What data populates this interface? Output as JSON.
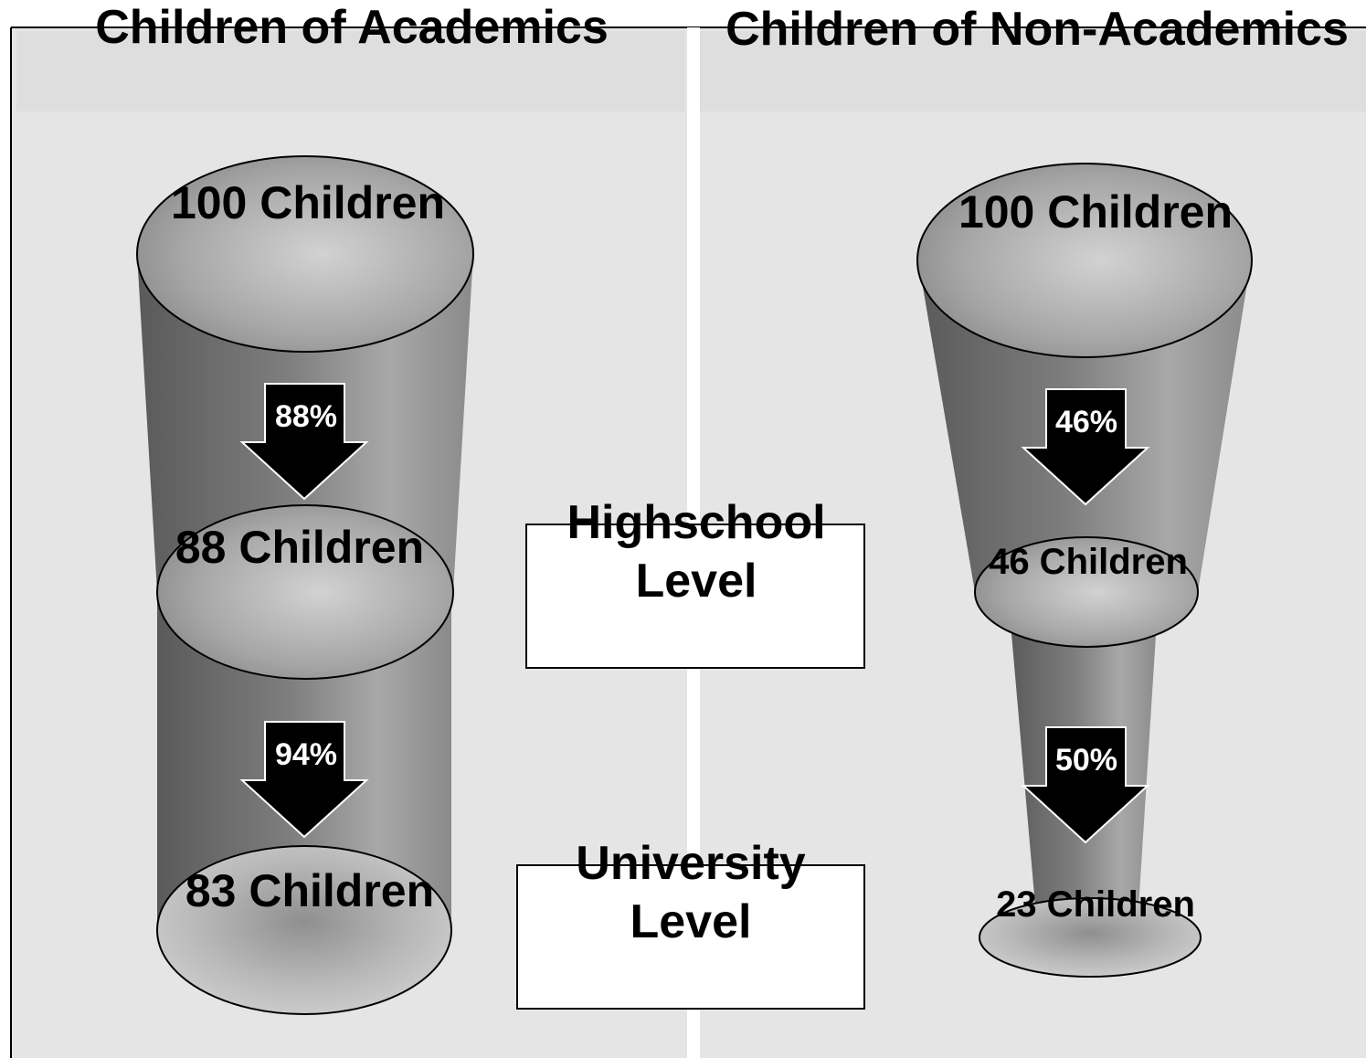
{
  "panels": {
    "academics": {
      "title": "Children of Academics",
      "start_count": "100 Children",
      "highschool_count": "88 Children",
      "university_count": "83 Children",
      "highschool_rate": "88%",
      "university_rate": "94%"
    },
    "non_academics": {
      "title": "Children of Non-Academics",
      "start_count": "100 Children",
      "highschool_count": "46 Children",
      "university_count": "23 Children",
      "highschool_rate": "46%",
      "university_rate": "50%"
    }
  },
  "levels": {
    "highschool": {
      "line1": "Highschool",
      "line2": "Level"
    },
    "university": {
      "line1": "University",
      "line2": "Level"
    }
  },
  "colors": {
    "background": "#e5e5e5",
    "panel_header": "#dedede",
    "divider": "#ffffff",
    "arrow": "#000000",
    "label_box": "#ffffff"
  }
}
